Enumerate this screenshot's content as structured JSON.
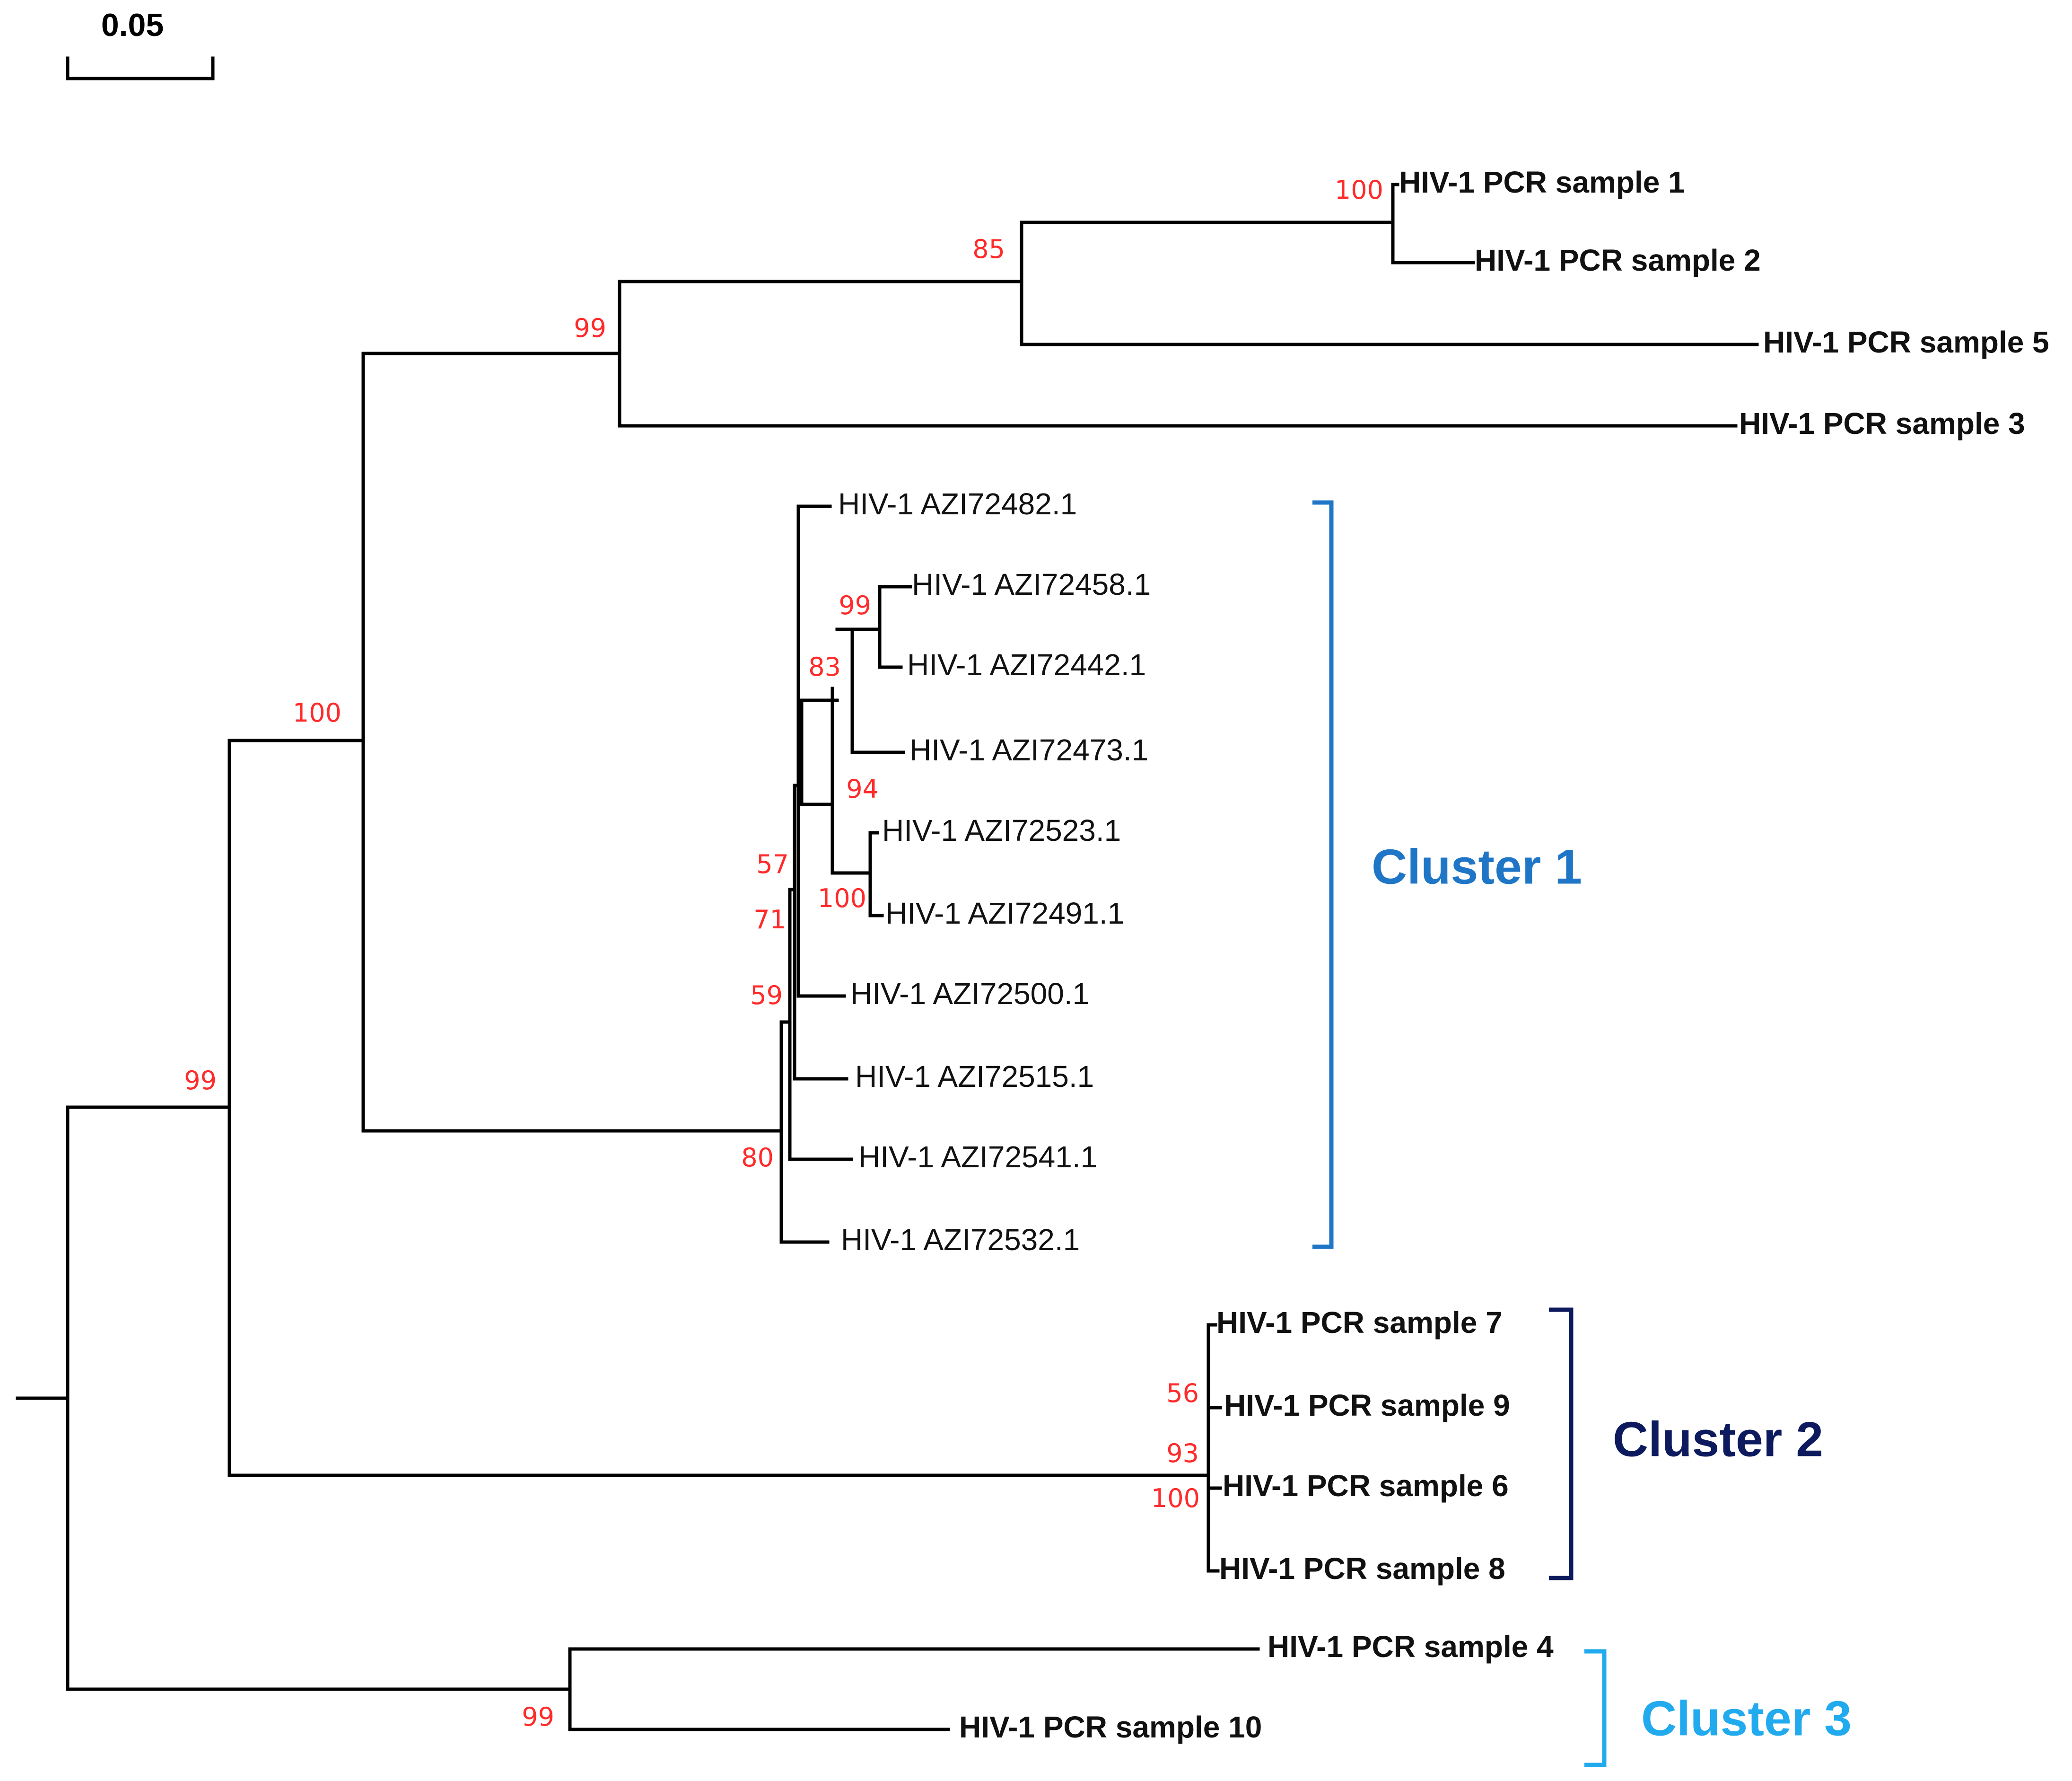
{
  "scale_bar": {
    "label": "0.05"
  },
  "colors": {
    "support": "#ff2a2a",
    "cluster_1": "#1f76c6",
    "cluster_2": "#0d1a5e",
    "cluster_3": "#22aaee"
  },
  "leaves": {
    "pcr1": "HIV-1 PCR sample 1",
    "pcr2": "HIV-1 PCR sample 2",
    "pcr5": "HIV-1 PCR sample 5",
    "pcr3": "HIV-1 PCR sample 3",
    "azi82": "HIV-1 AZI72482.1",
    "azi58": "HIV-1 AZI72458.1",
    "azi42": "HIV-1 AZI72442.1",
    "azi73": "HIV-1 AZI72473.1",
    "azi23": "HIV-1 AZI72523.1",
    "azi91": "HIV-1 AZI72491.1",
    "azi00": "HIV-1 AZI72500.1",
    "azi15": "HIV-1 AZI72515.1",
    "azi41": "HIV-1 AZI72541.1",
    "azi32": "HIV-1 AZI72532.1",
    "pcr7": "HIV-1 PCR sample 7",
    "pcr9": "HIV-1 PCR sample 9",
    "pcr6": "HIV-1 PCR sample 6",
    "pcr8": "HIV-1 PCR sample 8",
    "pcr4": "HIV-1 PCR sample 4",
    "pcr10": "HIV-1 PCR sample 10"
  },
  "support": {
    "s_pcr12": "100",
    "s_pcr125": "85",
    "s_pcr1253": "99",
    "s_top": "100",
    "s_ingroup": "99",
    "s_58_42": "99",
    "s_83": "83",
    "s_94": "94",
    "s_23_91": "100",
    "s_57": "57",
    "s_71": "71",
    "s_59": "59",
    "s_80": "80",
    "s_56": "56",
    "s_93": "93",
    "s_c2": "100",
    "s_c3": "99"
  },
  "clusters": {
    "c1": "Cluster 1",
    "c2": "Cluster 2",
    "c3": "Cluster 3"
  }
}
